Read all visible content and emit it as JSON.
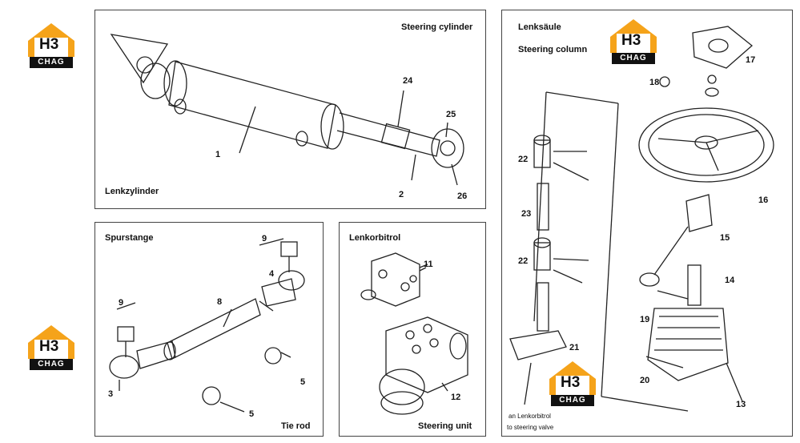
{
  "logo": {
    "mark": "H3",
    "brand": "CHAG"
  },
  "steering_cylinder": {
    "title_en": "Steering cylinder",
    "title_de": "Lenkzylinder",
    "parts": [
      "24",
      "25",
      "1",
      "2",
      "26"
    ]
  },
  "tie_rod": {
    "title_de": "Spurstange",
    "title_en": "Tie rod",
    "parts": [
      "9",
      "4",
      "9",
      "8",
      "3",
      "5",
      "5"
    ]
  },
  "steering_unit": {
    "title_de": "Lenkorbitrol",
    "title_en": "Steering unit",
    "parts": [
      "11",
      "12"
    ]
  },
  "steering_column": {
    "title_de": "Lenksäule",
    "title_en": "Steering column",
    "parts": [
      "17",
      "18",
      "22",
      "16",
      "23",
      "15",
      "22",
      "14",
      "19",
      "21",
      "20",
      "13"
    ],
    "note_de": "an Lenkorbitrol",
    "note_en": "to steering valve"
  },
  "colors": {
    "logo_orange": "#f5a31a",
    "line": "#222222"
  }
}
